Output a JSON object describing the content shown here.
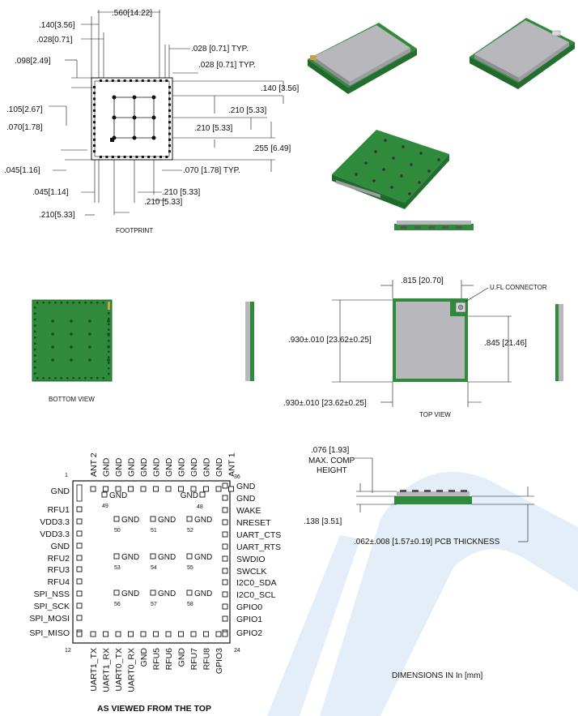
{
  "footprint": {
    "caption": "FOOTPRINT",
    "dims": {
      "d140": ".140",
      "d140mm": "3.56",
      "d560": ".560",
      "d560mm": "14.22",
      "d028": ".028",
      "d028mm": "0.71",
      "d098": ".098",
      "d098mm": "2.49",
      "d105": ".105",
      "d105mm": "2.67",
      "d070": ".070",
      "d070mm": "1.78",
      "d045a": ".045",
      "d045amm": "1.16",
      "d045b": ".045",
      "d045bmm": "1.14",
      "d210": ".210",
      "d210mm": "5.33",
      "d255": ".255",
      "d255mm": "6.49",
      "typ1": ".028 [0.71]  TYP.",
      "typ2": ".028 [0.71]  TYP.",
      "typ3": ".070 [1.78]  TYP.",
      "r140": ".140 [3.56]",
      "r210a": ".210 [5.33]",
      "r210b": ".210 [5.33]",
      "r255": ".255 [6.49]",
      "b210a": ".210 [5.33]",
      "b210b": ".210 [5.33]"
    }
  },
  "views": {
    "bottom_caption": "BOTTOM VIEW",
    "top_caption": "TOP VIEW",
    "ufl_label": "U.FL CONNECTOR",
    "dim_815": ".815 [20.70]",
    "dim_930v": ".930±.010 [23.62±0.25]",
    "dim_845": ".845 [21.46]",
    "dim_930h": ".930±.010 [23.62±0.25]"
  },
  "pinout": {
    "caption": "AS VIEWED FROM THE TOP",
    "corner_1": "1",
    "corner_12": "12",
    "corner_24": "24",
    "corner_36": "36",
    "top_pins": [
      "ANT 2",
      "GND",
      "GND",
      "GND",
      "GND",
      "GND",
      "GND",
      "GND",
      "GND",
      "GND",
      "GND",
      "ANT 1"
    ],
    "left_pins": [
      "GND",
      "RFU1",
      "VDD3.3",
      "VDD3.3",
      "GND",
      "RFU2",
      "RFU3",
      "RFU4",
      "SPI_NSS",
      "SPI_SCK",
      "SPI_MOSI",
      "SPI_MISO"
    ],
    "right_pins": [
      "GND",
      "GND",
      "WAKE",
      "NRESET",
      "UART_CTS",
      "UART_RTS",
      "SWDIO",
      "SWCLK",
      "I2C0_SDA",
      "I2C0_SCL",
      "GPIO0",
      "GPIO1",
      "GPIO2"
    ],
    "bottom_pins": [
      "UART1_TX",
      "UART1_RX",
      "UART0_TX",
      "UART0_RX",
      "GND",
      "RFU5",
      "RFU6",
      "GND",
      "RFU7",
      "RFU8",
      "GPIO3"
    ],
    "center_pads": [
      {
        "num": "49",
        "label": "GND"
      },
      {
        "num": "48",
        "label": "GND"
      },
      {
        "num": "50",
        "label": "GND"
      },
      {
        "num": "51",
        "label": "GND"
      },
      {
        "num": "52",
        "label": "GND"
      },
      {
        "num": "53",
        "label": "GND"
      },
      {
        "num": "54",
        "label": "GND"
      },
      {
        "num": "55",
        "label": "GND"
      },
      {
        "num": "56",
        "label": "GND"
      },
      {
        "num": "57",
        "label": "GND"
      },
      {
        "num": "58",
        "label": "GND"
      }
    ]
  },
  "side": {
    "max_comp_1": ".076 [1.93]",
    "max_comp_2": "MAX. COMP",
    "max_comp_3": "HEIGHT",
    "dim_138": ".138 [3.51]",
    "pcb": ".062±.008 [1.57±0.19]  PCB THICKNESS"
  },
  "units_note": "DIMENSIONS IN In [mm]",
  "colors": {
    "pcb": "#2f8a3c",
    "pcb_dark": "#1f6a2a",
    "shield": "#b8b8bc",
    "shield_dark": "#8e8e92",
    "watermark": "#dbe8f4"
  }
}
